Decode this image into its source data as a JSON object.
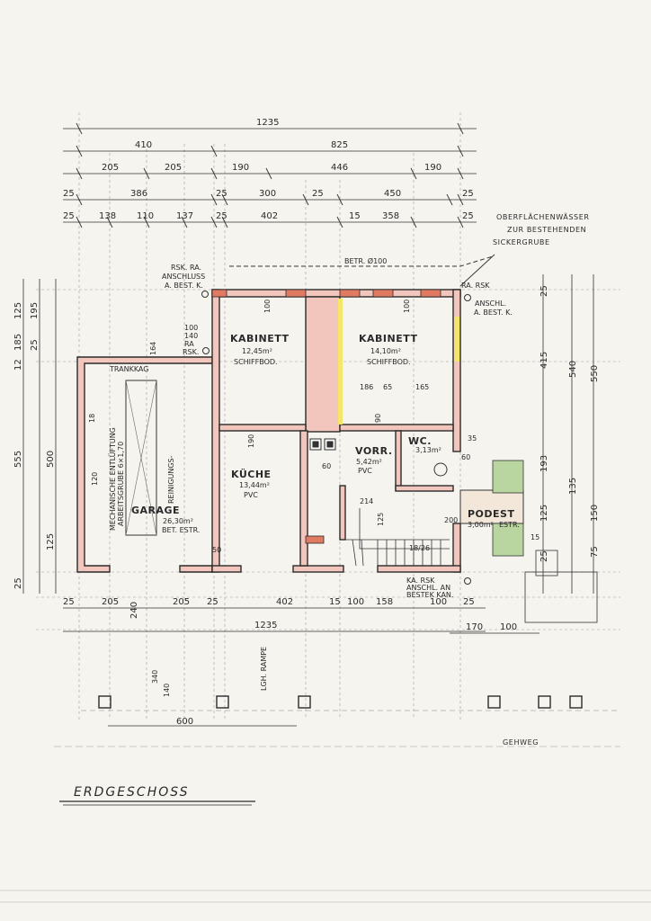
{
  "title": "ERDGESCHOSS",
  "dims_top": {
    "row1": [
      "1235"
    ],
    "row2": [
      "410",
      "825"
    ],
    "row3": [
      "205",
      "205",
      "190",
      "446",
      "190"
    ],
    "row4": [
      "25",
      "386",
      "25",
      "300",
      "25",
      "450",
      "25"
    ],
    "row5": [
      "25",
      "138",
      "110",
      "137",
      "25",
      "402",
      "15",
      "358",
      "25"
    ]
  },
  "dims_bottom": {
    "row1": [
      "25",
      "205",
      "240",
      "205",
      "25",
      "402",
      "15",
      "100",
      "158",
      "100",
      "25"
    ],
    "row2": [
      "1235"
    ],
    "row3": [
      "170",
      "100"
    ],
    "row4": [
      "600"
    ]
  },
  "dims_left": [
    "125",
    "195",
    "185",
    "25",
    "12",
    "555",
    "500",
    "125",
    "25"
  ],
  "dims_right": [
    "25",
    "415",
    "540",
    "550",
    "193",
    "135",
    "125",
    "150",
    "75",
    "25"
  ],
  "rooms": [
    {
      "name": "KABINETT",
      "area": "12,45m²",
      "floor": "SCHIFFBOD."
    },
    {
      "name": "KABINETT",
      "area": "14,10m²",
      "floor": "SCHIFFBOD."
    },
    {
      "name": "KÜCHE",
      "area": "13,44m²",
      "floor": "PVC"
    },
    {
      "name": "VORR.",
      "area": "5,42m²",
      "floor": "PVC"
    },
    {
      "name": "WC.",
      "area": "3,13m²",
      "floor": ""
    },
    {
      "name": "PODEST",
      "area": "3,00m²",
      "floor": "ESTR."
    },
    {
      "name": "GARAGE",
      "area": "26,30m²",
      "floor": "BET. ESTR."
    }
  ],
  "annotations": {
    "surface_water": [
      "OBERFLÄCHENWÄSSER",
      "ZUR BESTEHENDEN",
      "SICKERGRUBE"
    ],
    "betr": "BETR. Ø100",
    "rsk_ra_left": [
      "RSK. RA.",
      "ANSCHLUSS",
      "A. BEST. K."
    ],
    "ra_rsk_right": [
      "RA. RSK",
      "ANSCHL.",
      "A. BEST. K."
    ],
    "ra_rsk_left2": [
      "100",
      "140",
      "RA",
      "RSK."
    ],
    "ra_rsk_bottom": [
      "KA. RSK",
      "ANSCHL. AN",
      "BESTEK KAN."
    ],
    "gehweg": "GEHWEG",
    "trankkag": "TRANKKAG",
    "garage_vent": "MECHANISCHE ENTLÜFTUNG",
    "garage_pit": "ARBEITSGRUBE 6×1,70",
    "reinigung": "REINIGUNGS-",
    "lgh_rampe": "LGH. RAMPE",
    "stair_label": "18/26",
    "room_dims": [
      "186",
      "65",
      "165",
      "214",
      "125",
      "200",
      "60",
      "60",
      "90",
      "190",
      "100",
      "35",
      "50",
      "15",
      "18",
      "120",
      "100",
      "340",
      "140",
      "164"
    ]
  },
  "colors": {
    "wall_fill": "#f2c6bc",
    "wall_stroke": "#2b2b2b",
    "column": "#e07a63",
    "yellow_strip": "#f5e66a",
    "green_hatch": "#b9d6a1",
    "line": "#444444"
  }
}
